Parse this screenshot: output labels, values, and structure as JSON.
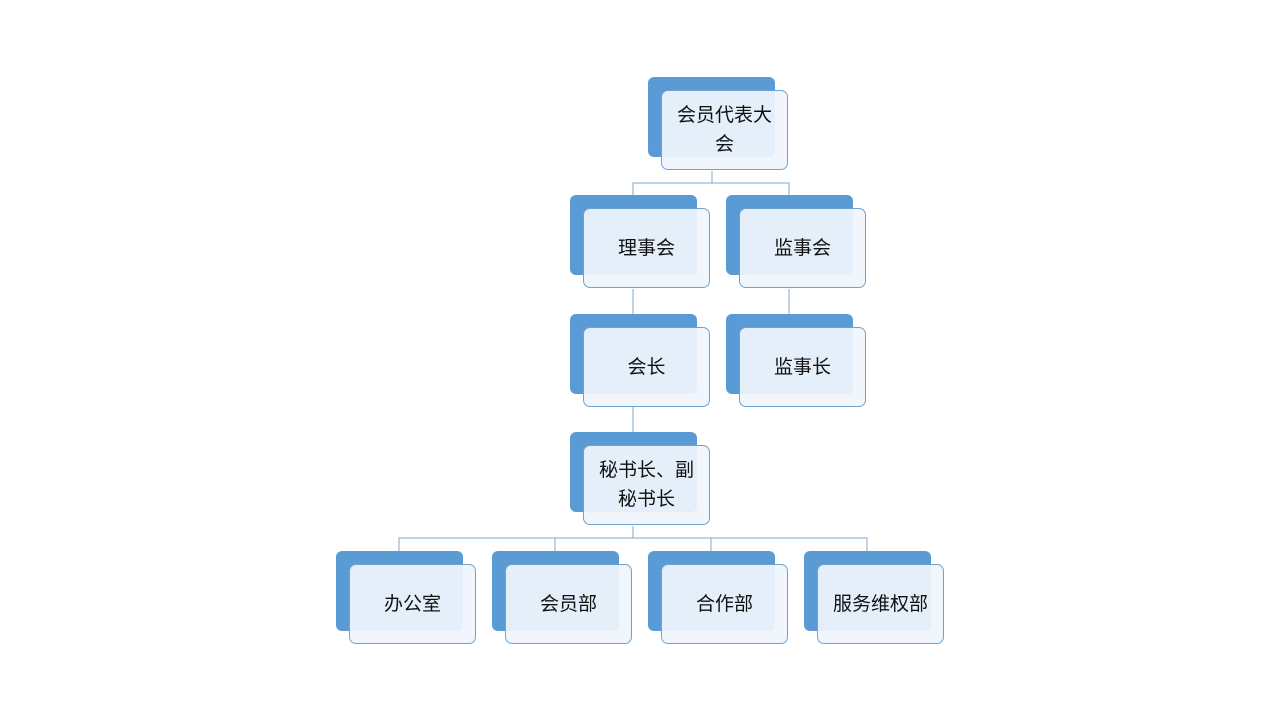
{
  "diagram": {
    "nodes": [
      {
        "id": "assembly",
        "label": "会员代表大会"
      },
      {
        "id": "council",
        "label": "理事会"
      },
      {
        "id": "supervisory-board",
        "label": "监事会"
      },
      {
        "id": "president",
        "label": "会长"
      },
      {
        "id": "chief-supervisor",
        "label": "监事长"
      },
      {
        "id": "secretary-general",
        "label": "秘书长、副秘书长"
      },
      {
        "id": "office",
        "label": "办公室"
      },
      {
        "id": "membership-dept",
        "label": "会员部"
      },
      {
        "id": "cooperation-dept",
        "label": "合作部"
      },
      {
        "id": "rights-dept",
        "label": "服务维权部"
      }
    ],
    "edges": [
      {
        "from": "assembly",
        "to": "council"
      },
      {
        "from": "assembly",
        "to": "supervisory-board"
      },
      {
        "from": "council",
        "to": "president"
      },
      {
        "from": "supervisory-board",
        "to": "chief-supervisor"
      },
      {
        "from": "president",
        "to": "secretary-general"
      },
      {
        "from": "secretary-general",
        "to": "office"
      },
      {
        "from": "secretary-general",
        "to": "membership-dept"
      },
      {
        "from": "secretary-general",
        "to": "cooperation-dept"
      },
      {
        "from": "secretary-general",
        "to": "rights-dept"
      }
    ],
    "colors": {
      "accent": "#5b9bd5",
      "card_fill": "#eff5fc",
      "card_border": "#6fa3cf",
      "connector": "#7fa9cf"
    }
  }
}
